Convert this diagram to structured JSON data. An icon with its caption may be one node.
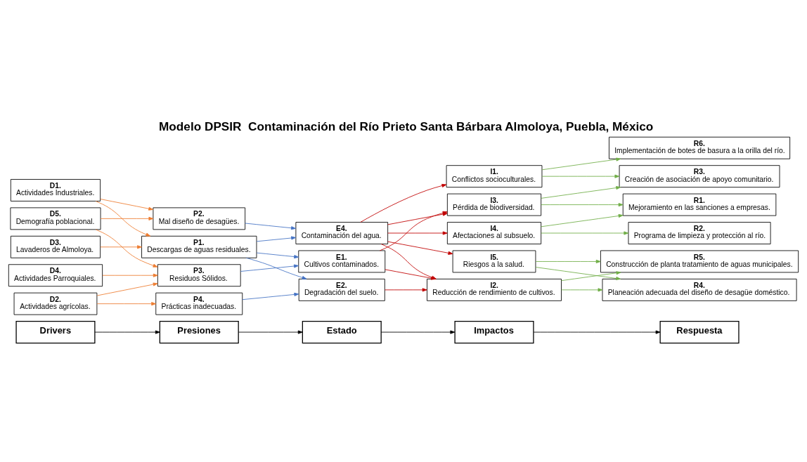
{
  "diagram": {
    "title": "Modelo DPSIR  Contaminación del Río Prieto Santa Bárbara Almoloya, Puebla, México",
    "nodes": [
      {
        "text": [
          "Drivers"
        ]
      },
      {
        "text": [
          "Presiones"
        ]
      },
      {
        "text": [
          "Estado"
        ]
      },
      {
        "text": [
          "Impactos"
        ]
      },
      {
        "text": [
          "Respuesta"
        ]
      },
      {
        "text": [
          "D1.",
          "Actividades Industriales."
        ]
      },
      {
        "text": [
          "D2.",
          "Actividades agrícolas."
        ]
      },
      {
        "text": [
          "D3.",
          "Lavaderos de Almoloya."
        ]
      },
      {
        "text": [
          "D4.",
          "Actividades Parroquiales."
        ]
      },
      {
        "text": [
          "D5.",
          "Demografía poblacional."
        ]
      },
      {
        "text": [
          "P1.",
          "Descargas de aguas residuales."
        ]
      },
      {
        "text": [
          "P2.",
          "Mal diseño de desagües."
        ]
      },
      {
        "text": [
          "P3.",
          "Residuos Sólidos."
        ]
      },
      {
        "text": [
          "P4.",
          "Prácticas inadecuadas."
        ]
      },
      {
        "text": [
          "E1.",
          "Cultivos contaminados."
        ]
      },
      {
        "text": [
          "E2.",
          "Degradación del suelo."
        ]
      },
      {
        "text": [
          "E4.",
          "Contaminación del agua."
        ]
      },
      {
        "text": [
          "I1.",
          "Conflictos socioculturales."
        ]
      },
      {
        "text": [
          "I2.",
          "Reducción de rendimiento de cultivos."
        ]
      },
      {
        "text": [
          "I3.",
          "Pérdida de biodiversidad."
        ]
      },
      {
        "text": [
          "I4.",
          "Afectaciones al subsuelo."
        ]
      },
      {
        "text": [
          "I5.",
          "Riesgos a la salud."
        ]
      },
      {
        "text": [
          "R1.",
          "Mejoramiento en las sanciones a empresas."
        ]
      },
      {
        "text": [
          "R2.",
          "Programa de limpieza y protección al río."
        ]
      },
      {
        "text": [
          "R3.",
          "Creación de asociación de apoyo comunitario."
        ]
      },
      {
        "text": [
          "R4.",
          "Planeación adecuada del diseño de desagüe doméstico."
        ]
      },
      {
        "text": [
          "R5.",
          "Construcción de planta tratamiento de aguas municipales."
        ]
      },
      {
        "text": [
          "R6.",
          "Implementación de botes de basura a la orilla del río."
        ]
      }
    ],
    "edges": [
      {
        "from": 0,
        "to": 1,
        "arrow": "to",
        "color": "#000000"
      },
      {
        "from": 1,
        "to": 2,
        "arrow": "to",
        "color": "#000000"
      },
      {
        "from": 2,
        "to": 3,
        "arrow": "to",
        "color": "#000000"
      },
      {
        "from": 3,
        "to": 4,
        "arrow": "to",
        "color": "#000000"
      },
      {
        "from": 5,
        "to": 10,
        "arrow": "to",
        "color": "#ed7d31"
      },
      {
        "from": 5,
        "to": 11,
        "arrow": "to",
        "color": "#ed7d31"
      },
      {
        "from": 6,
        "to": 12,
        "arrow": "to",
        "color": "#ed7d31"
      },
      {
        "from": 6,
        "to": 13,
        "arrow": "to",
        "color": "#ed7d31"
      },
      {
        "from": 7,
        "to": 10,
        "arrow": "to",
        "color": "#ed7d31"
      },
      {
        "from": 8,
        "to": 12,
        "arrow": "to",
        "color": "#ed7d31"
      },
      {
        "from": 9,
        "to": 12,
        "arrow": "to",
        "color": "#ed7d31"
      },
      {
        "from": 9,
        "to": 11,
        "arrow": "to",
        "color": "#ed7d31"
      },
      {
        "from": 10,
        "to": 14,
        "arrow": "to",
        "color": "#4472c4"
      },
      {
        "from": 10,
        "to": 15,
        "arrow": "to",
        "color": "#4472c4"
      },
      {
        "from": 10,
        "to": 16,
        "arrow": "to",
        "color": "#4472c4"
      },
      {
        "from": 11,
        "to": 16,
        "arrow": "to",
        "color": "#4472c4"
      },
      {
        "from": 12,
        "to": 14,
        "arrow": "to",
        "color": "#4472c4"
      },
      {
        "from": 13,
        "to": 15,
        "arrow": "to",
        "color": "#4472c4"
      },
      {
        "from": 14,
        "to": 18,
        "arrow": "to",
        "color": "#c00000"
      },
      {
        "from": 14,
        "to": 19,
        "arrow": "to",
        "color": "#c00000"
      },
      {
        "from": 15,
        "to": 18,
        "arrow": "to",
        "color": "#c00000"
      },
      {
        "from": 16,
        "to": 17,
        "arrow": "to",
        "color": "#c00000"
      },
      {
        "from": 16,
        "to": 18,
        "arrow": "to",
        "color": "#c00000"
      },
      {
        "from": 16,
        "to": 19,
        "arrow": "to",
        "color": "#c00000"
      },
      {
        "from": 16,
        "to": 20,
        "arrow": "to",
        "color": "#c00000"
      },
      {
        "from": 16,
        "to": 21,
        "arrow": "to",
        "color": "#c00000"
      },
      {
        "from": 17,
        "to": 27,
        "arrow": "to",
        "color": "#70ad47"
      },
      {
        "from": 17,
        "to": 24,
        "arrow": "to",
        "color": "#70ad47"
      },
      {
        "from": 18,
        "to": 26,
        "arrow": "to",
        "color": "#70ad47"
      },
      {
        "from": 18,
        "to": 25,
        "arrow": "to",
        "color": "#70ad47"
      },
      {
        "from": 19,
        "to": 22,
        "arrow": "to",
        "color": "#70ad47"
      },
      {
        "from": 19,
        "to": 24,
        "arrow": "to",
        "color": "#70ad47"
      },
      {
        "from": 20,
        "to": 22,
        "arrow": "to",
        "color": "#70ad47"
      },
      {
        "from": 20,
        "to": 23,
        "arrow": "to",
        "color": "#70ad47"
      },
      {
        "from": 21,
        "to": 25,
        "arrow": "to",
        "color": "#70ad47"
      },
      {
        "from": 21,
        "to": 26,
        "arrow": "to",
        "color": "#70ad47"
      }
    ]
  }
}
